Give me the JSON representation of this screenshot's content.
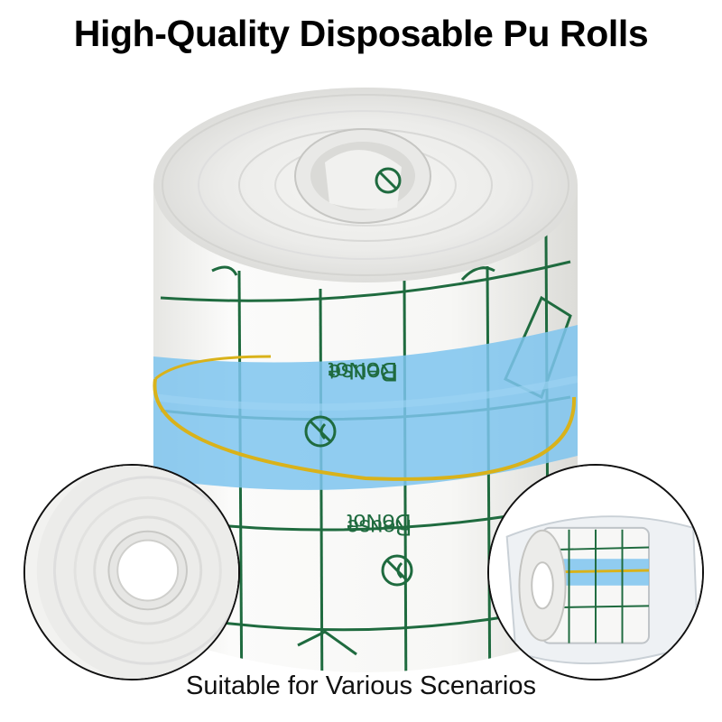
{
  "headline": "High-Quality Disposable Pu Rolls",
  "caption": "Suitable for Various Scenarios",
  "roll_print": {
    "line1": "DoNot",
    "line2": "Reuse"
  },
  "colors": {
    "grid_green": "#1f6b3f",
    "band_blue": "#7ec4ee",
    "rubber_band": "#d9b21a",
    "roll_white": "#f3f3f1"
  },
  "icons": [
    "do-not-reuse-symbol"
  ]
}
